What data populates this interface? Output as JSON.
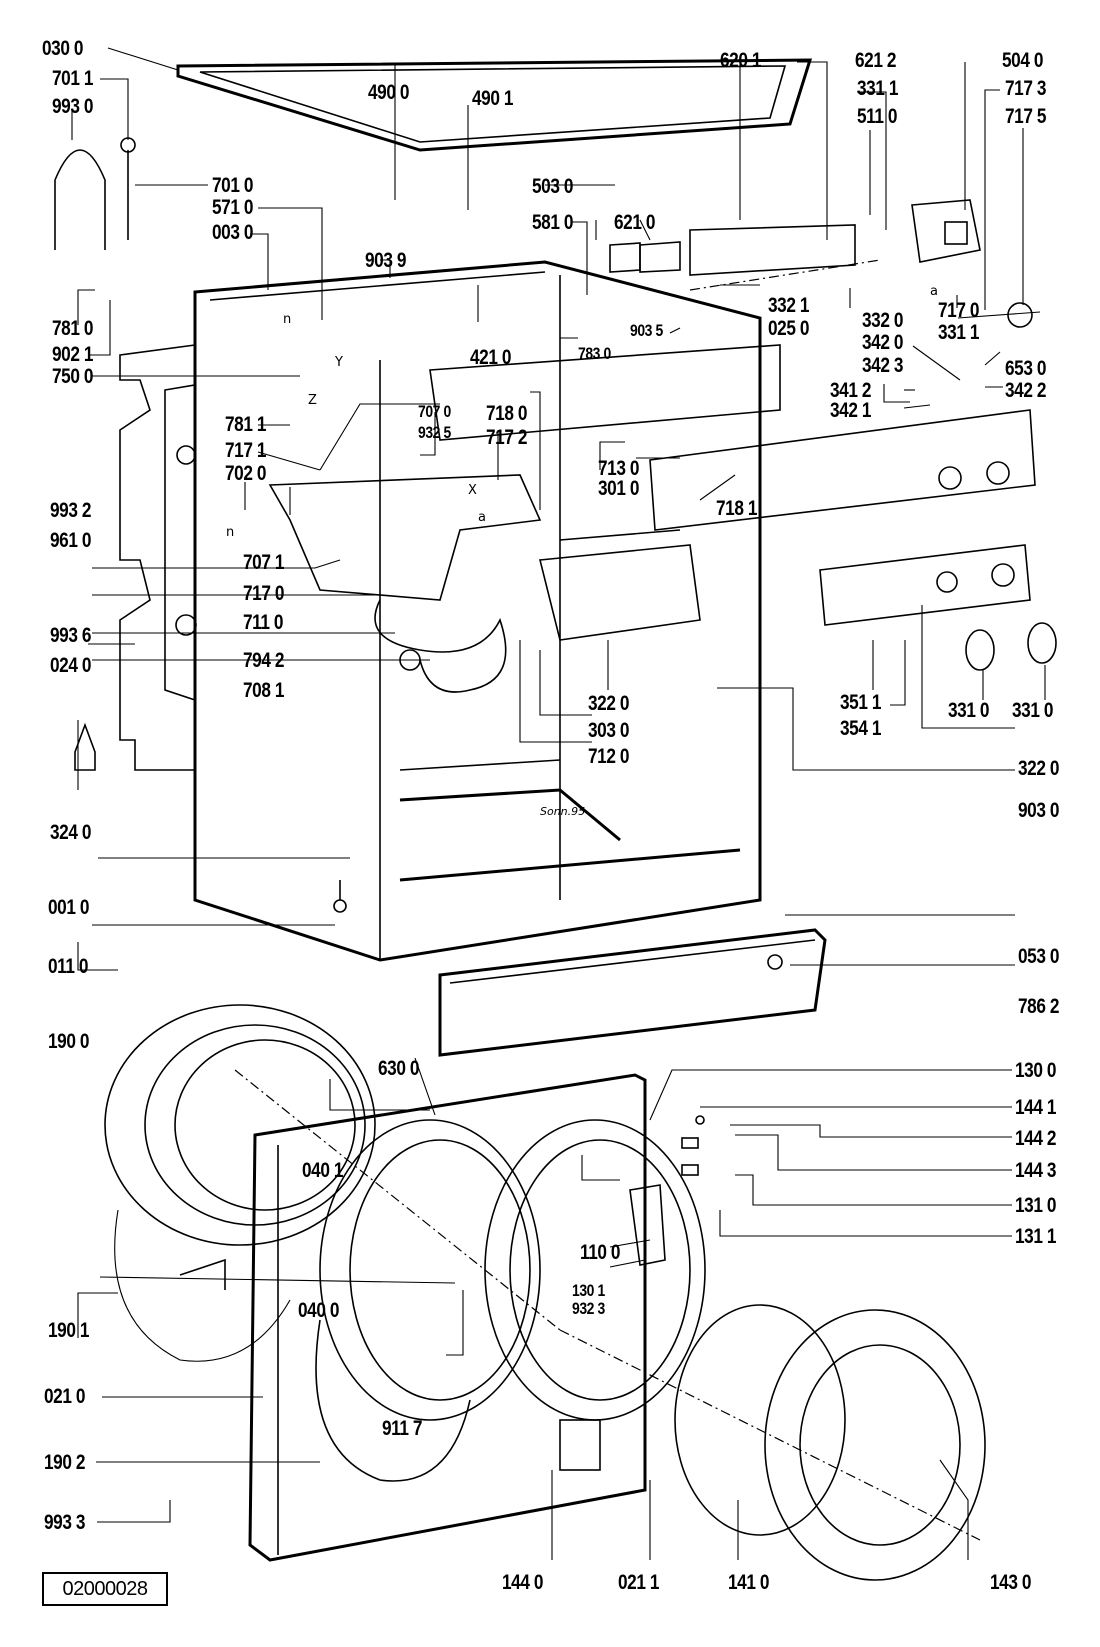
{
  "diagram": {
    "title": "Washing machine exploded parts view",
    "document_number": "02000028",
    "cabinet_marking": "Sonn.95",
    "axis_markers": {
      "a": "a",
      "x": "X",
      "z": "Z",
      "y": "Y",
      "n": "n"
    }
  },
  "callouts": {
    "c0300": "030 0",
    "c7011": "701 1",
    "c9930": "993 0",
    "c7010": "701 0",
    "c5710": "571 0",
    "c0030": "003 0",
    "c7810": "781 0",
    "c9021": "902 1",
    "c7500": "750 0",
    "c7811": "781 1",
    "c7171": "717 1",
    "c7020": "702 0",
    "c9932": "993 2",
    "c9610": "961 0",
    "c7071": "707 1",
    "c7170": "717 0",
    "c7110": "711 0",
    "c9936": "993 6",
    "c0240": "024 0",
    "c7942": "794 2",
    "c7081": "708 1",
    "c3240": "324 0",
    "c0010": "001 0",
    "c0110": "011 0",
    "c4900": "490 0",
    "c4901": "490 1",
    "c5030": "503 0",
    "c5810": "581 0",
    "c9039": "903 9",
    "c4210": "421 0",
    "c7830": "783 0",
    "c9035": "903 5",
    "c6210": "621 0",
    "c7070": "707 0",
    "c9325": "932 5",
    "c7180": "718 0",
    "c7172": "717 2",
    "c7130": "713 0",
    "c3010": "301 0",
    "c7181": "718 1",
    "c3220a": "322 0",
    "c3030": "303 0",
    "c7120": "712 0",
    "c6201": "620 1",
    "c6212": "621 2",
    "c3311a": "331 1",
    "c5110": "511 0",
    "c5040": "504 0",
    "c7173": "717 3",
    "c7175": "717 5",
    "c3321": "332 1",
    "c0250": "025 0",
    "c3320": "332 0",
    "c3420": "342 0",
    "c3423": "342 3",
    "c7170b": "717 0",
    "c3311b": "331 1",
    "c6530": "653 0",
    "c3412": "341 2",
    "c3422": "342 2",
    "c3421": "342 1",
    "c3511": "351 1",
    "c3541": "354 1",
    "c3310a": "331 0",
    "c3310b": "331 0",
    "c3220b": "322 0",
    "c9030": "903 0",
    "c0530": "053 0",
    "c7862": "786 2",
    "c1900": "190 0",
    "c6300": "630 0",
    "c0401": "040 1",
    "c1901": "190 1",
    "c0400": "040 0",
    "c0210": "021 0",
    "c9117": "911 7",
    "c1902": "190 2",
    "c9933": "993 3",
    "c1100": "110 0",
    "c1301": "130 1",
    "c9323": "932 3",
    "c1300": "130 0",
    "c1441": "144 1",
    "c1442": "144 2",
    "c1443": "144 3",
    "c1310": "131 0",
    "c1311": "131 1",
    "c1440": "144 0",
    "c0211": "021 1",
    "c1410": "141 0",
    "c1430": "143 0"
  }
}
